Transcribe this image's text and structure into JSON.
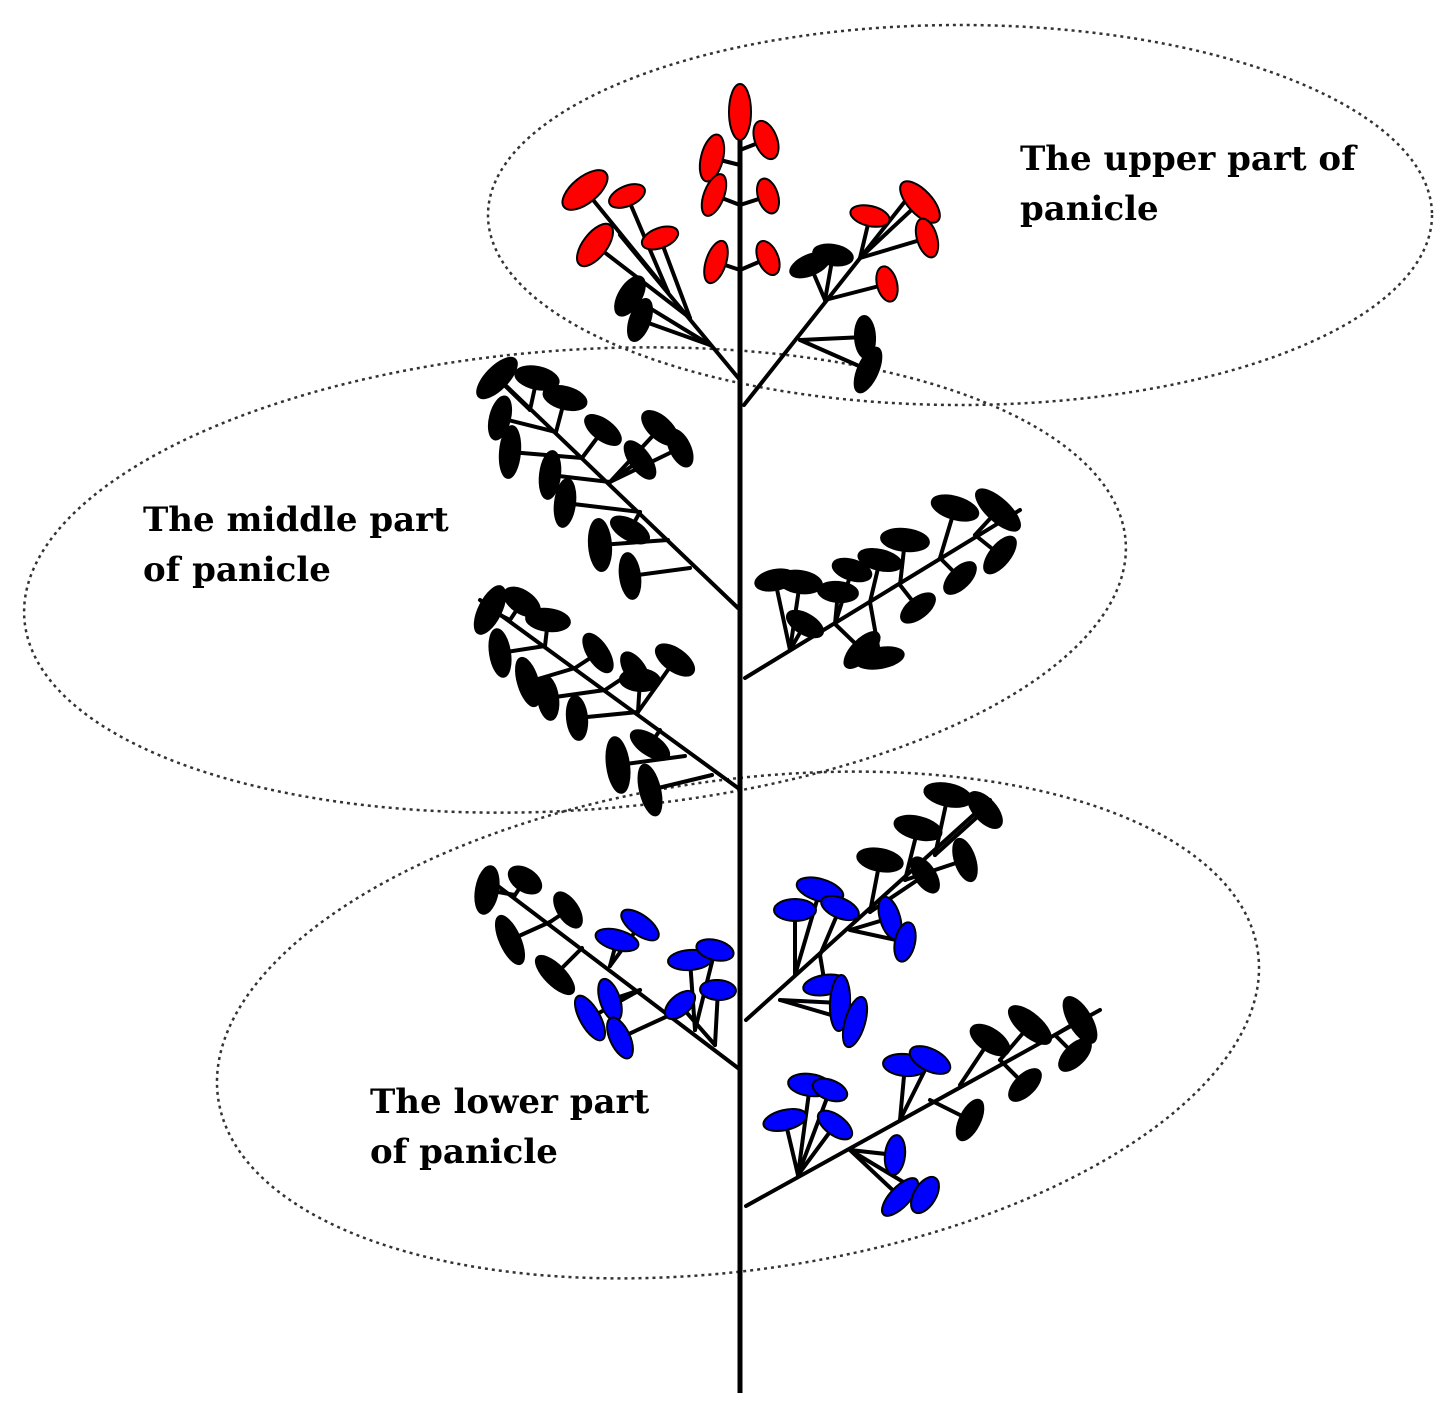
{
  "regions": {
    "upper": {
      "line1": "The upper part of",
      "line2": "panicle",
      "grain_color": "#ff0000"
    },
    "middle": {
      "line1": "The middle part",
      "line2": "of panicle",
      "grain_color": "#000000"
    },
    "lower": {
      "line1": "The lower part",
      "line2": "of panicle",
      "grain_color": "#0000ff"
    }
  },
  "colors": {
    "stem": "#000000",
    "outline": "#000000",
    "boundary": "#333333"
  },
  "icons": {
    "grain": "grain-ellipse-icon"
  }
}
